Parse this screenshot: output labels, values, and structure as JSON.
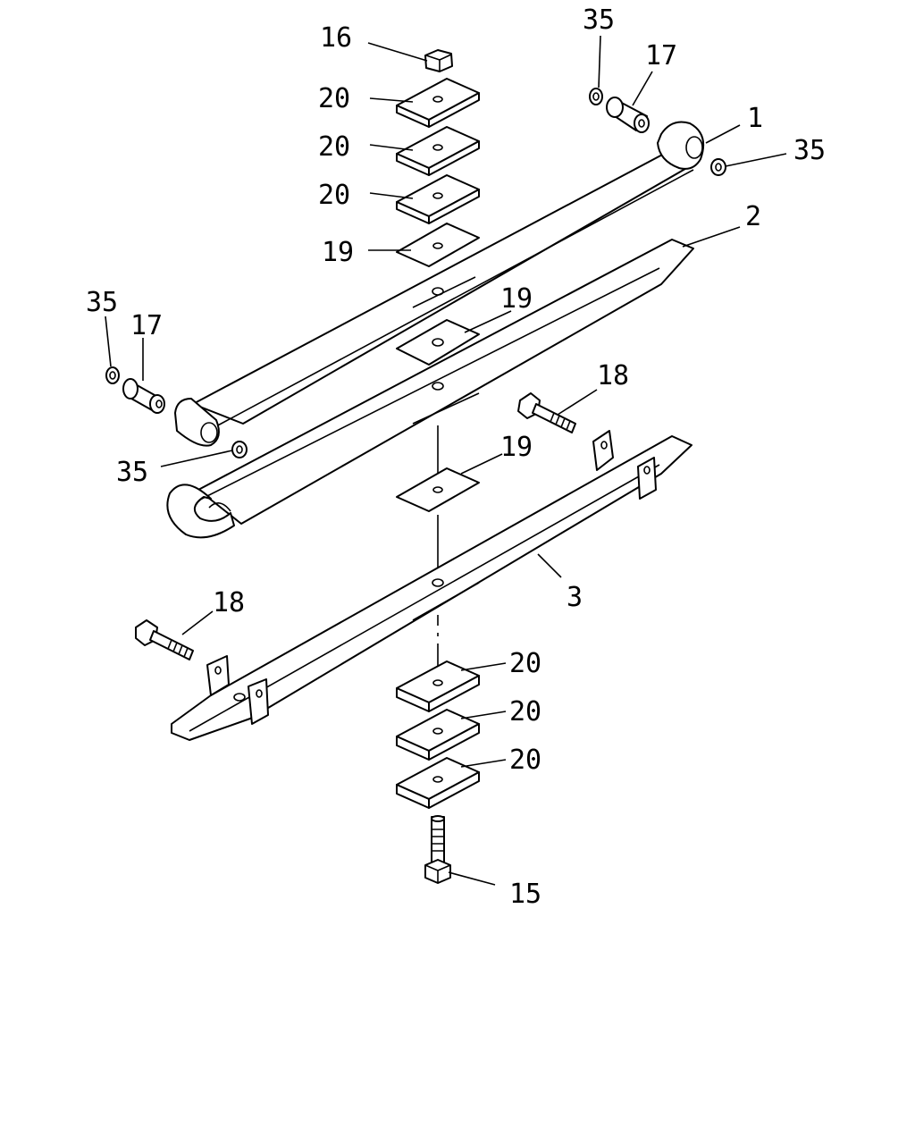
{
  "callouts": {
    "c16": "16",
    "c20a": "20",
    "c20b": "20",
    "c20c": "20",
    "c19a": "19",
    "c35tr": "35",
    "c17tr": "17",
    "c1": "1",
    "c35r": "35",
    "c2": "2",
    "c35l": "35",
    "c17l": "17",
    "c19b": "19",
    "c18r": "18",
    "c35m": "35",
    "c19c": "19",
    "c3": "3",
    "c18l": "18",
    "c20d": "20",
    "c20e": "20",
    "c20f": "20",
    "c15": "15"
  },
  "colors": {
    "line": "#000000",
    "background": "#ffffff"
  }
}
